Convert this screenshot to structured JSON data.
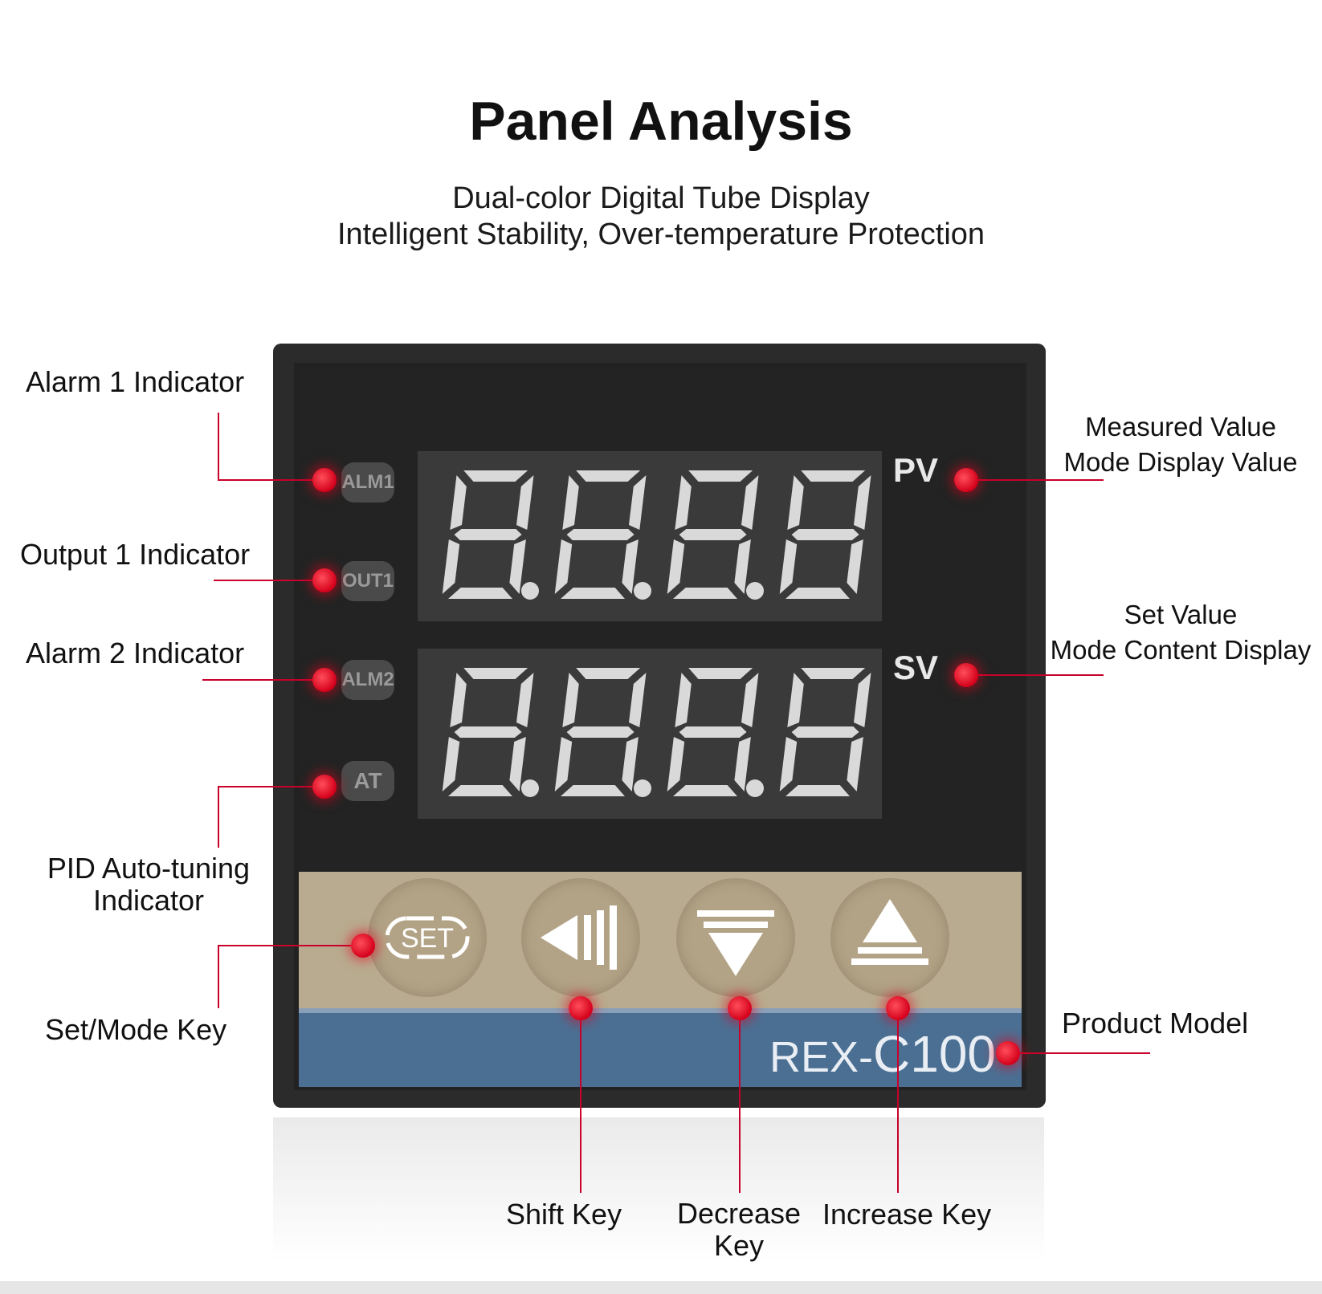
{
  "title": "Panel Analysis",
  "subtitle_line1": "Dual-color Digital Tube Display",
  "subtitle_line2": "Intelligent Stability, Over-temperature Protection",
  "labels": {
    "alarm1": "Alarm 1 Indicator",
    "output1": "Output 1 Indicator",
    "alarm2": "Alarm 2 Indicator",
    "pid_line1": "PID Auto-tuning",
    "pid_line2": "Indicator",
    "set_mode": "Set/Mode Key",
    "measured_line1": "Measured Value",
    "measured_line2": "Mode Display Value",
    "set_value_line1": "Set Value",
    "set_value_line2": "Mode Content Display",
    "product_model": "Product Model",
    "shift_key": "Shift Key",
    "decrease_line1": "Decrease",
    "decrease_line2": "Key",
    "increase_key": "Increase Key"
  },
  "panel": {
    "indicators": [
      "ALM1",
      "OUT1",
      "ALM2",
      "AT"
    ],
    "pv_label": "PV",
    "sv_label": "SV",
    "pv_display": "8.8.8.8",
    "sv_display": "8.8.8.8",
    "set_button": "SET",
    "model_prefix": "REX-",
    "model_suffix": "C100"
  },
  "colors": {
    "accent_red": "#e0001b",
    "segment": "#d9d9d9",
    "key_panel": "#b9ab8f",
    "model_bar": "#4b6f93"
  }
}
